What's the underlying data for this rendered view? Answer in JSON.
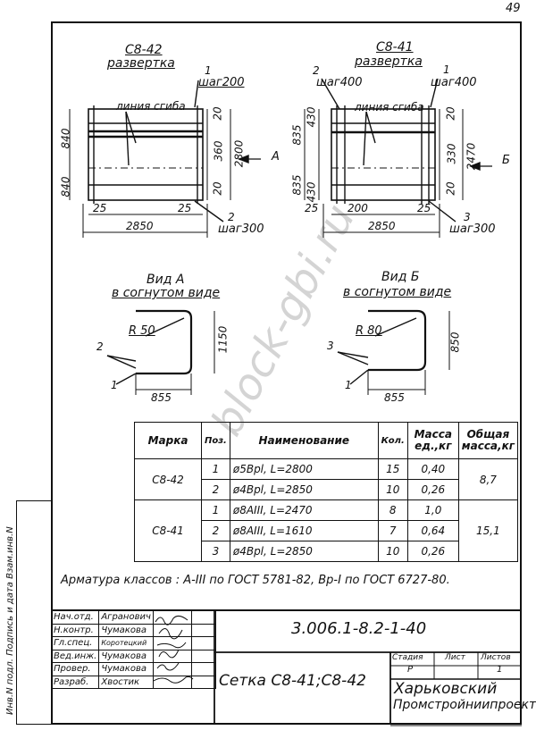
{
  "page_number": "49",
  "drawings": {
    "c842": {
      "title": "С8-42",
      "subtitle": "развертка",
      "label_bend": "линия сгиба",
      "pos1": "1",
      "step1": "шаг200",
      "pos2": "2",
      "step2": "шаг300",
      "dim_left_top": "840",
      "dim_left_bot": "840",
      "dim_r1": "20",
      "dim_r2": "360",
      "dim_r3": "20",
      "dim_total": "2800",
      "dim_25a": "25",
      "dim_25b": "25",
      "dim_width": "2850",
      "view_arrow": "А"
    },
    "c841": {
      "title": "С8-41",
      "subtitle": "развертка",
      "label_bend": "линия сгиба",
      "pos2": "2",
      "step2": "шаг400",
      "pos1": "1",
      "step1": "шаг400",
      "pos3": "3",
      "step3": "шаг300",
      "dim_left_top": "835",
      "dim_430a": "430",
      "dim_left_bot": "835",
      "dim_430b": "430",
      "dim_r1": "20",
      "dim_r2": "330",
      "dim_r3": "20",
      "dim_total": "2470",
      "dim_25": "25",
      "dim_200": "200",
      "dim_25b": "25",
      "dim_width": "2850",
      "view_arrow": "Б"
    },
    "view_a": {
      "title": "Вид А",
      "subtitle": "в согнутом виде",
      "radius": "R 50",
      "height": "1150",
      "width": "855",
      "pos2": "2",
      "pos1": "1"
    },
    "view_b": {
      "title": "Вид Б",
      "subtitle": "в согнутом виде",
      "radius": "R 80",
      "height": "850",
      "width": "855",
      "pos3": "3",
      "pos1": "1"
    }
  },
  "watermark": "block-gbi.ru",
  "spec_table": {
    "headers": {
      "mark": "Марка",
      "pos": "Поз.",
      "name": "Наименование",
      "qty": "Кол.",
      "mass_unit": "Масса ед.,кг",
      "mass_total": "Общая масса,кг"
    },
    "groups": [
      {
        "mark": "С8-42",
        "total": "8,7",
        "rows": [
          {
            "pos": "1",
            "name": "ø5Вpl,  L=2800",
            "qty": "15",
            "mass": "0,40"
          },
          {
            "pos": "2",
            "name": "ø4Вpl,  L=2850",
            "qty": "10",
            "mass": "0,26"
          }
        ]
      },
      {
        "mark": "С8-41",
        "total": "15,1",
        "rows": [
          {
            "pos": "1",
            "name": "ø8AIII,  L=2470",
            "qty": "8",
            "mass": "1,0"
          },
          {
            "pos": "2",
            "name": "ø8AIII,  L=1610",
            "qty": "7",
            "mass": "0,64"
          },
          {
            "pos": "3",
            "name": "ø4Вpl,  L=2850",
            "qty": "10",
            "mass": "0,26"
          }
        ]
      }
    ]
  },
  "note": "Арматура классов : A-III по ГОСТ 5781-82, Вр-I по ГОСТ 6727-80.",
  "title_block": {
    "staff": [
      {
        "role": "Нач.отд.",
        "name": "Агранович"
      },
      {
        "role": "Н.контр.",
        "name": "Чумакова"
      },
      {
        "role": "Гл.спец.",
        "name": "Коротецкий"
      },
      {
        "role": "Вед.инж.",
        "name": "Чумакова"
      },
      {
        "role": "Провер.",
        "name": "Чумакова"
      },
      {
        "role": "Разраб.",
        "name": "Хвостик"
      }
    ],
    "doc_code": "3.006.1-8.2-1-40",
    "sheet_title": "Сетка С8-41;С8-42",
    "stage_label": "Стадия",
    "sheet_label": "Лист",
    "sheets_label": "Листов",
    "stage": "Р",
    "sheets": "1",
    "org_line1": "Харьковский",
    "org_line2": "Промстройниипроект"
  },
  "side_stamp": "Инв.N подл. Подпись и дата Взам.инв.N"
}
